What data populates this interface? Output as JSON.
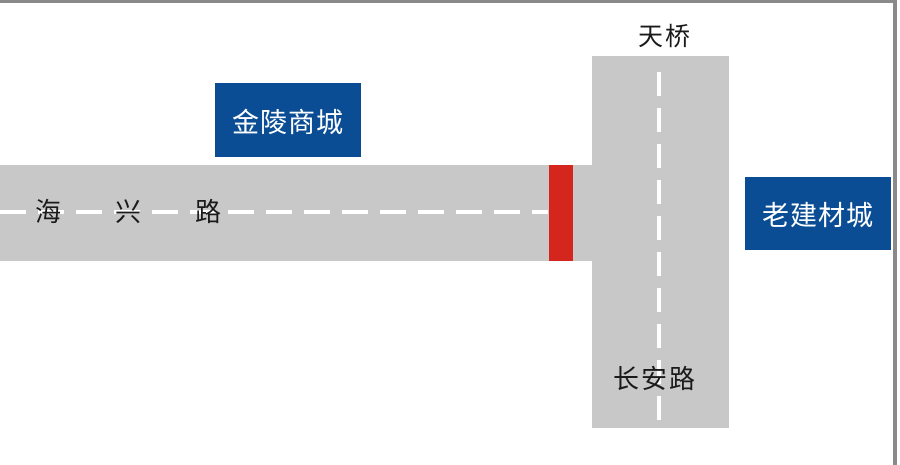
{
  "map": {
    "colors": {
      "road": "#c8c8c8",
      "lane_dash": "#ffffff",
      "marker": "#d5261e",
      "building_fill": "#0a4d94",
      "building_text": "#ffffff",
      "label_text": "#1a1a1a",
      "frame": "#8a8a8a"
    },
    "roads": [
      {
        "name": "海兴路",
        "orientation": "horizontal"
      },
      {
        "name": "长安路",
        "orientation": "vertical"
      }
    ],
    "bridge_label": "天桥",
    "buildings": [
      {
        "name": "金陵商城"
      },
      {
        "name": "老建材城"
      }
    ],
    "marker": {
      "kind": "location-marker",
      "color": "#d5261e"
    }
  }
}
